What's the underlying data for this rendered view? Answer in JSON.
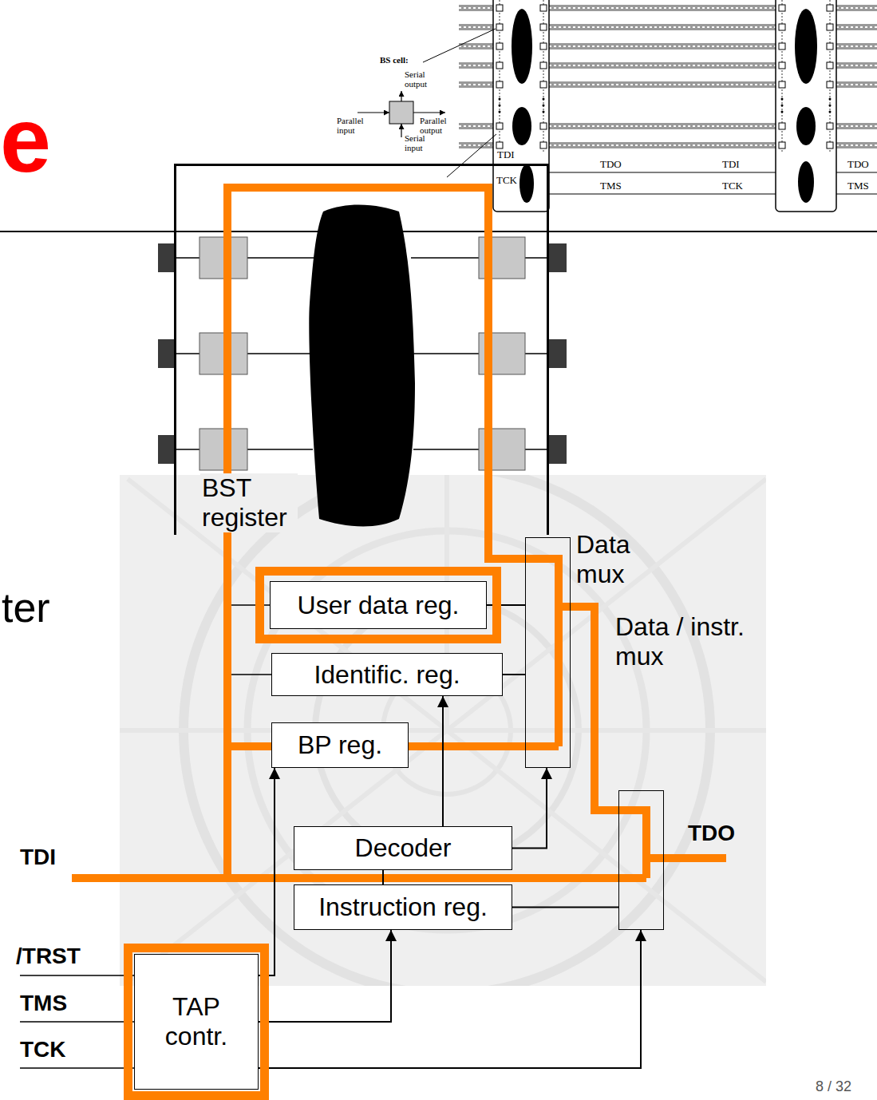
{
  "diagram": {
    "nodes": [
      {
        "text": [
          "BST register"
        ]
      },
      {
        "text": [
          "User data reg."
        ]
      },
      {
        "text": [
          "Identific. reg."
        ]
      },
      {
        "text": [
          "BP reg."
        ]
      },
      {
        "text": [
          "Data mux"
        ]
      },
      {
        "text": [
          "Data / instr. mux"
        ]
      },
      {
        "text": [
          "Decoder"
        ]
      },
      {
        "text": [
          "Instruction reg."
        ]
      },
      {
        "text": [
          "TAP contr."
        ]
      }
    ],
    "edges": [
      {
        "from": 0,
        "to": 4,
        "arrow": "none"
      },
      {
        "from": 1,
        "to": 4,
        "arrow": "none"
      },
      {
        "from": 2,
        "to": 4,
        "arrow": "none"
      },
      {
        "from": 3,
        "to": 4,
        "arrow": "none"
      },
      {
        "from": 4,
        "to": 5,
        "arrow": "none"
      },
      {
        "from": 7,
        "to": 5,
        "arrow": "none"
      },
      {
        "from": 7,
        "to": 6,
        "arrow": "none"
      },
      {
        "from": 6,
        "to": 4,
        "arrow": "to"
      },
      {
        "from": 6,
        "to": 2,
        "arrow": "to"
      },
      {
        "from": 8,
        "to": 3,
        "arrow": "to"
      },
      {
        "from": 8,
        "to": 7,
        "arrow": "to"
      },
      {
        "from": 8,
        "to": 5,
        "arrow": "to"
      }
    ],
    "labels": [
      "e",
      "ter",
      "BS cell:",
      "Serial output",
      "Parallel input",
      "Parallel output",
      "Serial input",
      "TDI",
      "TDO",
      "TDI",
      "TDO",
      "TCK",
      "TMS",
      "TCK",
      "TMS",
      "TDI",
      "/TRST",
      "TMS",
      "TCK",
      "TDO",
      "8 / 32"
    ]
  }
}
